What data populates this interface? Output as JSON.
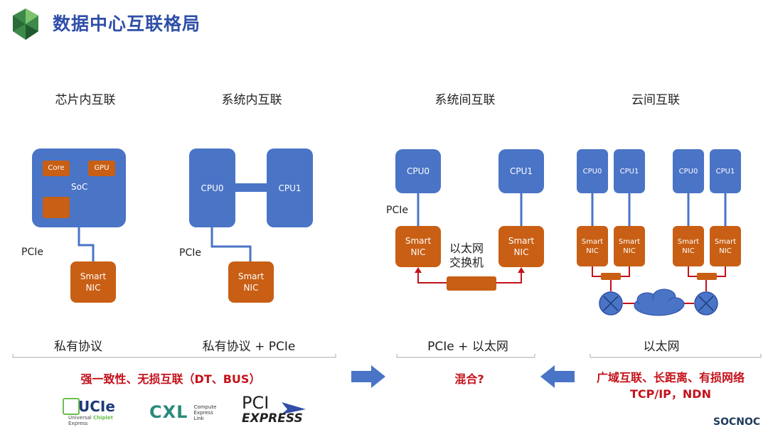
{
  "title": "数据中心互联格局",
  "columns": [
    {
      "head": "芯片内互联",
      "protocol": "私有协议"
    },
    {
      "head": "系统内互联",
      "protocol": "私有协议 + PCIe"
    },
    {
      "head": "系统间互联",
      "protocol": "PCIe + 以太网"
    },
    {
      "head": "云间互联",
      "protocol": "以太网"
    }
  ],
  "soc": {
    "core": "Core",
    "gpu": "GPU",
    "label": "SoC"
  },
  "pcie": "PCIe",
  "nic": [
    "Smart",
    "NIC"
  ],
  "cpu0": "CPU0",
  "cpu1": "CPU1",
  "switch_label": [
    "以太网",
    "交换机"
  ],
  "summary": {
    "left": "强一致性、无损互联（DT、BUS）",
    "middle": "混合?",
    "right_line1": "广域互联、长距离、有损网络",
    "right_line2": "TCP/IP，NDN"
  },
  "logos": {
    "ucie": "UCIe",
    "ucie_sub1": "Universal",
    "ucie_sub2": "Chiplet",
    "ucie_sub3": "Express",
    "cxl": "CXL",
    "cxl_sub1": "Compute",
    "cxl_sub2": "Express",
    "cxl_sub3": "Link",
    "pci": "PCI",
    "pci_sub": "EXPRESS"
  },
  "brand": "SOCNOC",
  "colors": {
    "blue": "#4a74c6",
    "orange": "#c85f14",
    "title": "#2f4fa8",
    "red": "#c3121b",
    "arrow": "#4a74c6"
  }
}
